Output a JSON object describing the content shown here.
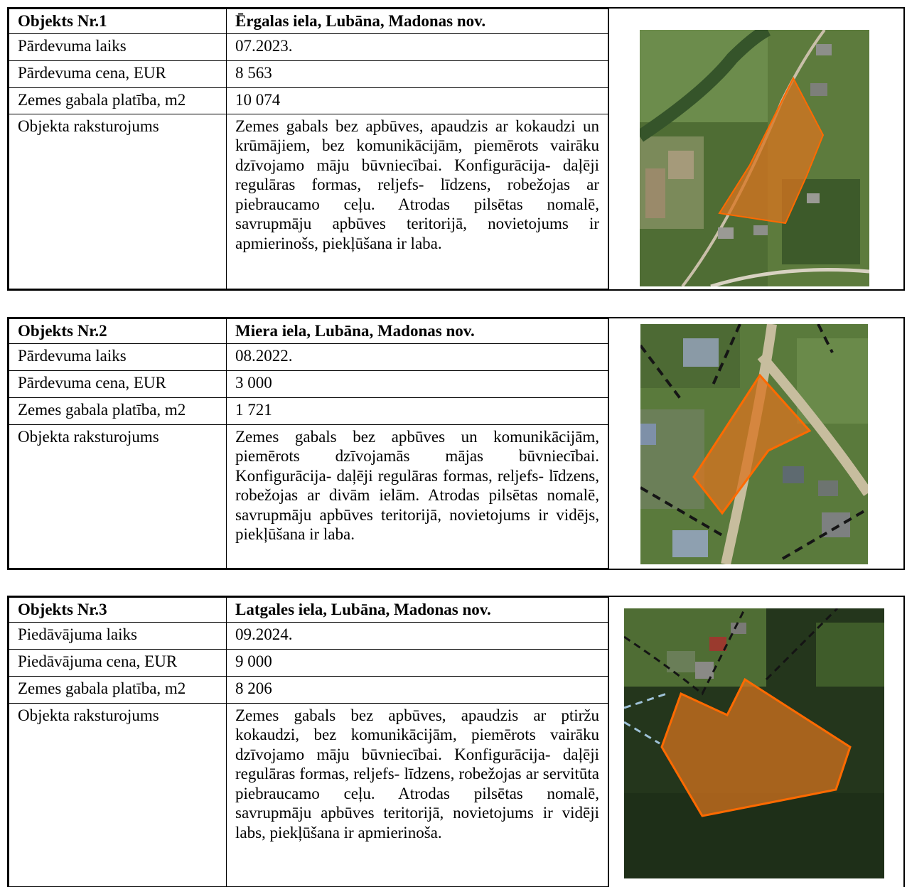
{
  "objects": [
    {
      "heading": "Objekts Nr.1",
      "address": "Ērgalas iela, Lubāna, Madonas nov.",
      "rows": [
        {
          "label": "Pārdevuma laiks",
          "value": "07.2023."
        },
        {
          "label": "Pārdevuma cena, EUR",
          "value": "8 563"
        },
        {
          "label": "Zemes gabala platība, m2",
          "value": "10 074"
        }
      ],
      "desc_label": "Objekta raksturojums",
      "description": "Zemes gabals bez apbūves, apaudzis ar kokaudzi un krūmājiem, bez komunikācijām, piemērots vairāku dzīvojamo māju būvniecībai. Konfigurācija- daļēji regulāras formas, reljefs- līdzens, robežojas ar piebraucamo ceļu. Atrodas pilsētas nomalē, savrupmāju apbūves teritorijā, novietojums ir apmierinošs, piekļūšana ir laba."
    },
    {
      "heading": "Objekts Nr.2",
      "address": "Miera iela, Lubāna,  Madonas nov.",
      "rows": [
        {
          "label": "Pārdevuma laiks",
          "value": "08.2022."
        },
        {
          "label": "Pārdevuma cena, EUR",
          "value": "3 000"
        },
        {
          "label": "Zemes gabala platība, m2",
          "value": "1 721"
        }
      ],
      "desc_label": "Objekta raksturojums",
      "description": "Zemes gabals bez apbūves un komunikācijām, piemērots dzīvojamās mājas būvniecībai. Konfigurācija- daļēji regulāras formas, reljefs- līdzens, robežojas ar divām ielām. Atrodas pilsētas nomalē, savrupmāju apbūves teritorijā, novietojums ir vidējs, piekļūšana ir laba."
    },
    {
      "heading": "Objekts Nr.3",
      "address": "Latgales iela, Lubāna,  Madonas nov.",
      "rows": [
        {
          "label": "Piedāvājuma laiks",
          "value": "09.2024."
        },
        {
          "label": "Piedāvājuma cena, EUR",
          "value": "9 000"
        },
        {
          "label": "Zemes gabala platība, m2",
          "value": "8 206"
        }
      ],
      "desc_label": "Objekta raksturojums",
      "description": "Zemes gabals bez apbūves, apaudzis ar ptiržu kokaudzi, bez komunikācijām, piemērots vairāku dzīvojamo māju būvniecībai. Konfigurācija- daļēji regulāras formas, reljefs- līdzens, robežojas ar servitūta piebraucamo ceļu. Atrodas pilsētas nomalē, savrupmāju apbūves teritorijā, novietojums ir vidēji labs, piekļūšana ir apmierinoša."
    }
  ],
  "colors": {
    "parcel_fill": "#d9741f",
    "parcel_stroke": "#ff6a00",
    "border": "#000000"
  }
}
